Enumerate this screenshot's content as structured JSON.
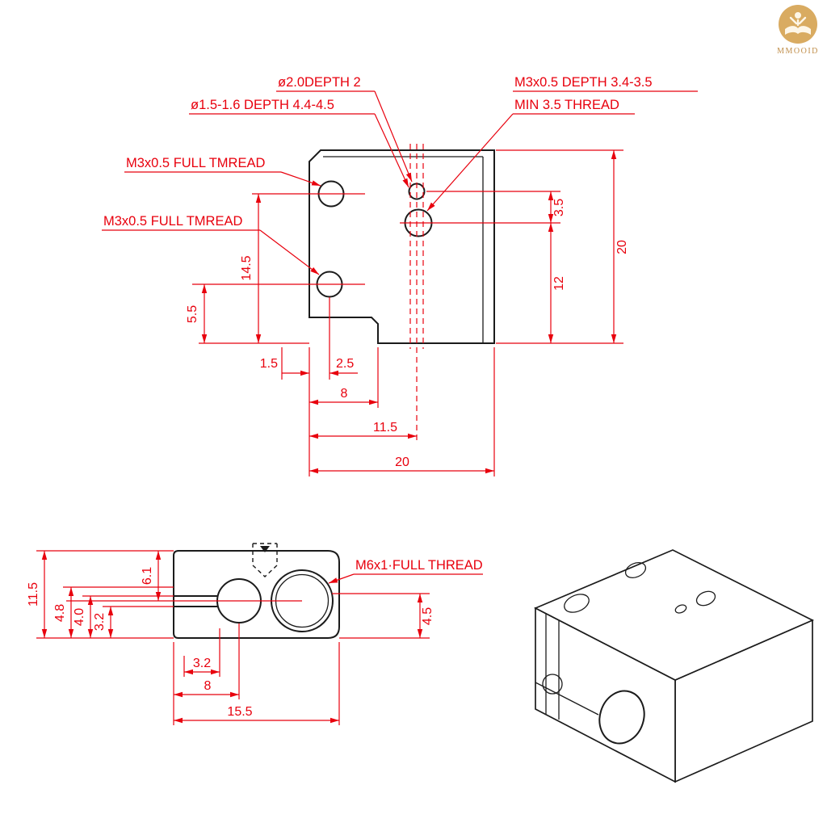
{
  "brand": {
    "name": "MMOOID"
  },
  "colors": {
    "dimension_red": "#e8000d",
    "drawing_black": "#1b1b1b",
    "brand_gold": "#c08e4a"
  },
  "top_view": {
    "note_hole_diameter": "ø2.0DEPTH 2",
    "note_pilot_hole": "ø1.5-1.6 DEPTH 4.4-4.5",
    "note_thread_depth_line1": "M3x0.5 DEPTH 3.4-3.5",
    "note_thread_depth_line2": "MIN 3.5 THREAD",
    "note_full_thread_upper": "M3x0.5 FULL TMREAD",
    "note_full_thread_lower": "M3x0.5 FULL TMREAD",
    "dim_hole_spacing": "3.5",
    "dim_hole_to_bottom": "12",
    "dim_height": "20",
    "dim_upper_hole_to_bottom": "14.5",
    "dim_lower_hole_to_bottom": "5.5",
    "dim_edge_offset": "1.5",
    "dim_hole_offset": "2.5",
    "dim_notch": "8",
    "dim_center": "11.5",
    "dim_width": "20"
  },
  "front_view": {
    "note_m6_thread": "M6x1·FULL THREAD",
    "dim_height": "11.5",
    "dim_4_8": "4.8",
    "dim_4_0": "4.0",
    "dim_3_2_left": "3.2",
    "dim_6_1": "6.1",
    "dim_4_5": "4.5",
    "dim_3_2_bottom": "3.2",
    "dim_8": "8",
    "dim_width": "15.5"
  }
}
